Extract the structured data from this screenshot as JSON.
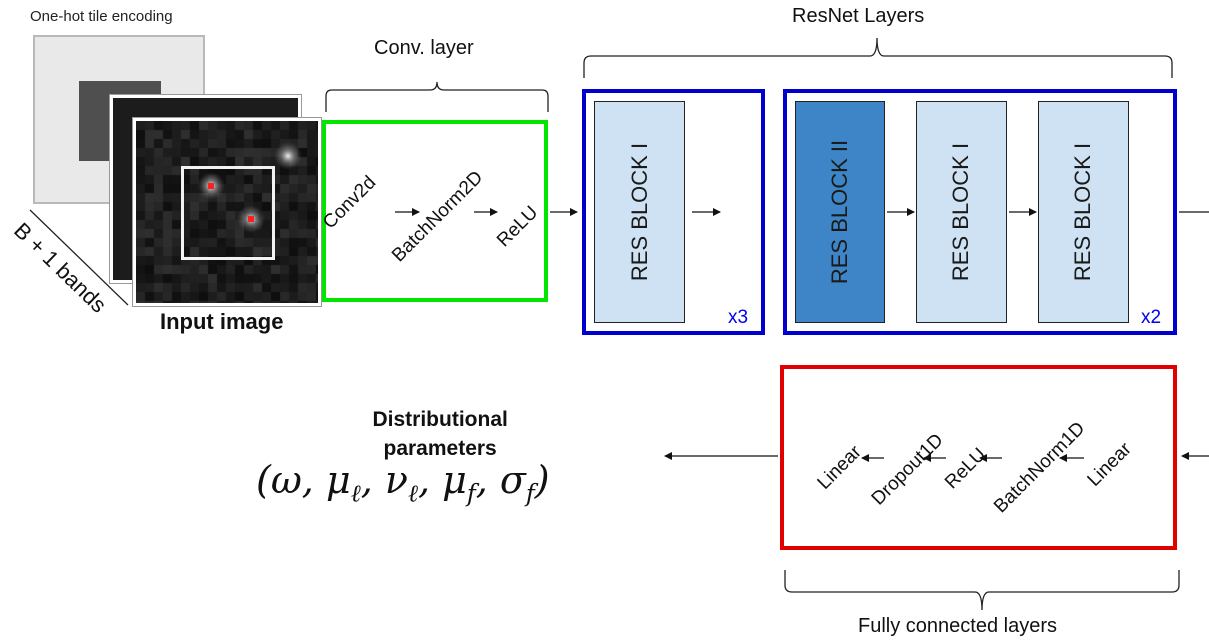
{
  "input": {
    "tile_encoding_label": "One-hot tile encoding",
    "bands_label": "B + 1 bands",
    "input_image_label": "Input image"
  },
  "conv": {
    "title": "Conv. layer",
    "ops": [
      "Conv2d",
      "BatchNorm2D",
      "ReLU"
    ]
  },
  "resnet": {
    "title": "ResNet Layers",
    "group1": {
      "blocks": [
        "RES BLOCK I"
      ],
      "repeat": "x3"
    },
    "group2": {
      "blocks": [
        "RES BLOCK II",
        "RES BLOCK I",
        "RES BLOCK I"
      ],
      "repeat": "x2"
    }
  },
  "fc": {
    "title": "Fully connected layers",
    "ops": [
      "Linear",
      "Dropout1D",
      "ReLU",
      "BatchNorm1D",
      "Linear"
    ]
  },
  "output": {
    "title_line1": "Distributional",
    "title_line2": "parameters",
    "formula": "(ω, μℓ, νℓ, μf, σf)"
  },
  "colors": {
    "conv_border": "#00e600",
    "resnet_border": "#0000cc",
    "fc_border": "#e00000",
    "block_light": "#cfe2f3",
    "block_dark": "#3d85c6",
    "repeat_text": "#0000ee"
  }
}
